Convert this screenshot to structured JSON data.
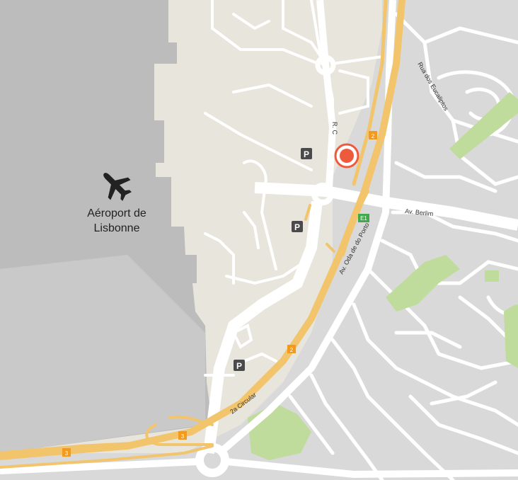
{
  "map": {
    "airport_name_line1": "Aéroport de",
    "airport_name_line2": "Lisbonne",
    "street_labels": {
      "av_berlim": "Av. Berlim",
      "rua_eucaliptos": "Rua dos Eucaliptos",
      "rc": "R. C",
      "av_oda_porto": "Av. Oda de do Porto",
      "circular": "2a Circular"
    },
    "road_badges": {
      "route2_a": "2",
      "route2_b": "2",
      "route3_a": "3",
      "route3_b": "3",
      "e1": "E1"
    },
    "parking": {
      "p1": "P",
      "p2": "P",
      "p3": "P"
    },
    "icons": {
      "airplane": "airplane-icon",
      "location": "location-pin-icon"
    },
    "colors": {
      "runway_gray": "#bcbcbc",
      "airport_beige": "#e7e5dc",
      "city_block": "#d9d9d9",
      "road_white": "#ffffff",
      "highway": "#f2c56c",
      "park": "#bfdc9c",
      "marker_red": "#f05a3c",
      "badge_orange": "#f39a1c",
      "badge_green": "#41a94c",
      "parking_dark": "#4a4a4a"
    }
  }
}
